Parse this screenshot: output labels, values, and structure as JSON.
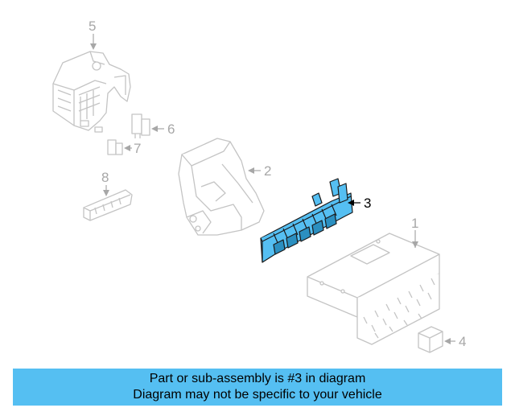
{
  "callouts": {
    "c1": "1",
    "c2": "2",
    "c3": "3",
    "c4": "4",
    "c5": "5",
    "c6": "6",
    "c7": "7",
    "c8": "8"
  },
  "highlighted_part": "3",
  "colors": {
    "highlight_fill": "#55bff2",
    "faded_line": "#c4c4c4",
    "banner_bg": "#55bff2"
  },
  "banner": {
    "line1": "Part or sub-assembly is #3 in diagram",
    "line2": "Diagram may not be specific to your vehicle"
  }
}
